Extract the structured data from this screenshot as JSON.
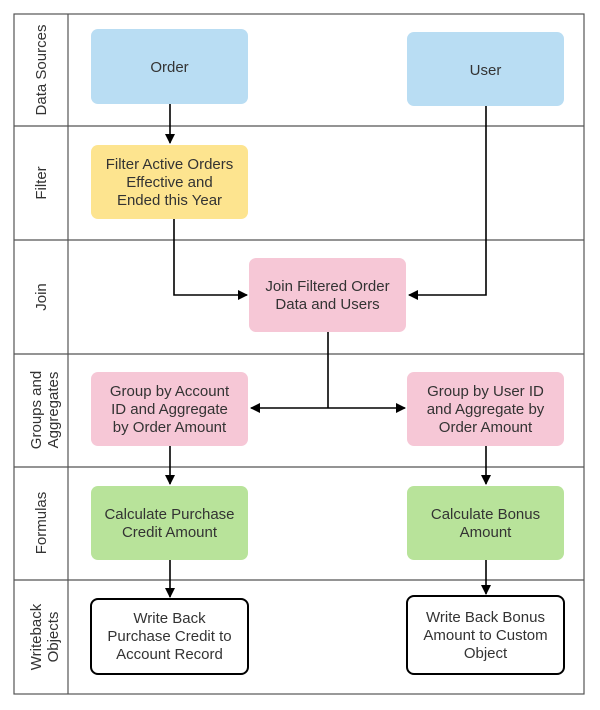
{
  "lanes": [
    {
      "label": "Data Sources"
    },
    {
      "label": "Filter"
    },
    {
      "label": "Join"
    },
    {
      "label": "Groups and Aggregates"
    },
    {
      "label": "Formulas"
    },
    {
      "label": "Writeback Objects"
    }
  ],
  "nodes": {
    "order": {
      "text": "Order"
    },
    "user": {
      "text": "User"
    },
    "filter": {
      "text": "Filter Active Orders Effective and Ended this Year"
    },
    "join": {
      "text": "Join Filtered Order Data and Users"
    },
    "group_account": {
      "text": "Group by Account ID and Aggregate by Order Amount"
    },
    "group_user": {
      "text": "Group by User ID and Aggregate by Order Amount"
    },
    "calc_credit": {
      "text": "Calculate Purchase Credit Amount"
    },
    "calc_bonus": {
      "text": "Calculate Bonus Amount"
    },
    "write_credit": {
      "text": "Write Back Purchase Credit to Account Record"
    },
    "write_bonus": {
      "text": "Write Back Bonus Amount to Custom Object"
    }
  },
  "colors": {
    "source": "#b9ddf3",
    "filter": "#fde48f",
    "process": "#f6c7d6",
    "formula": "#b8e39a",
    "writeback": "#ffffff",
    "line": "#000000",
    "lane_border": "#555555",
    "text": "#333333"
  }
}
